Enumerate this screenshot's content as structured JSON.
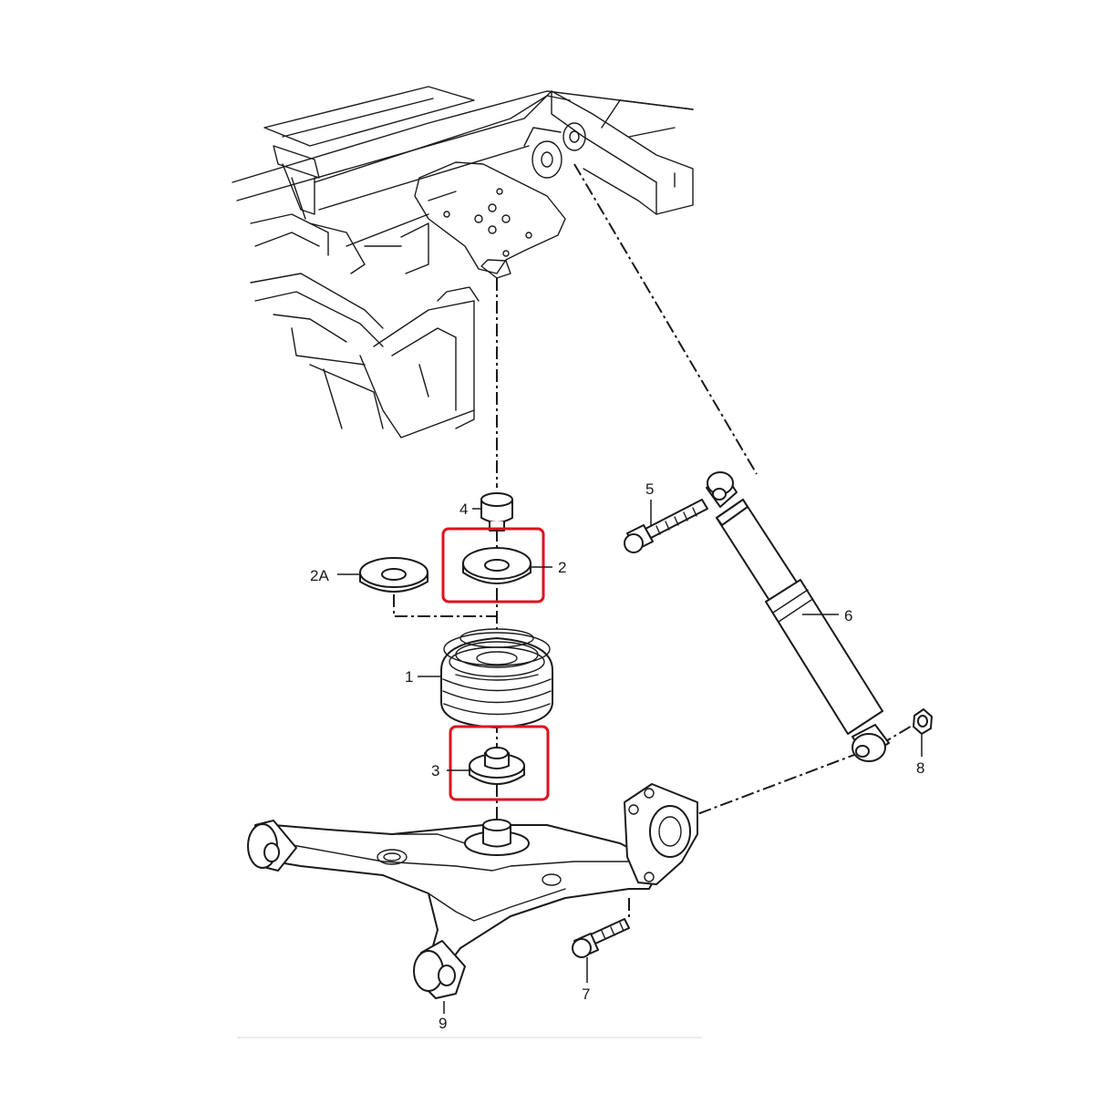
{
  "diagram": {
    "callouts": {
      "c1": "1",
      "c2": "2",
      "c2a": "2A",
      "c3": "3",
      "c4": "4",
      "c5": "5",
      "c6": "6",
      "c7": "7",
      "c8": "8",
      "c9": "9"
    },
    "highlighted_parts": [
      "2",
      "3"
    ],
    "colors": {
      "highlight": "#e0101e",
      "line": "#1a1a1a",
      "background": "#ffffff"
    }
  }
}
